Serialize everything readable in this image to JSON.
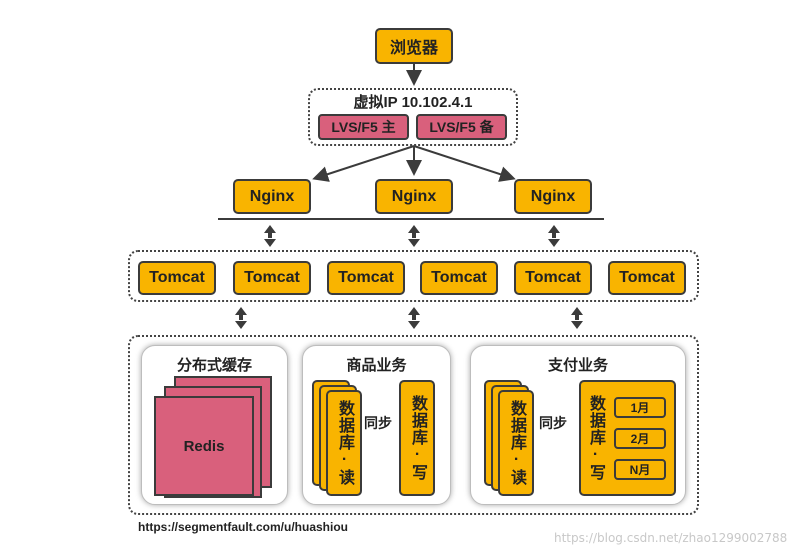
{
  "browser": {
    "label": "浏览器"
  },
  "virtual_ip": {
    "label": "虚拟IP 10.102.4.1",
    "lvs_master": "LVS/F5 主",
    "lvs_backup": "LVS/F5 备"
  },
  "nginx": [
    "Nginx",
    "Nginx",
    "Nginx"
  ],
  "tomcat": [
    "Tomcat",
    "Tomcat",
    "Tomcat",
    "Tomcat",
    "Tomcat",
    "Tomcat"
  ],
  "cache": {
    "title": "分布式缓存",
    "redis": "Redis"
  },
  "goods": {
    "title": "商品业务",
    "db_read": "数据库·读",
    "sync": "同步",
    "db_write": "数据库·写"
  },
  "payment": {
    "title": "支付业务",
    "db_read": "数据库·读",
    "sync": "同步",
    "db_write": "数据库·写",
    "months": [
      "1月",
      "2月",
      "N月"
    ]
  },
  "footer": {
    "url": "https://segmentfault.com/u/huashiou",
    "watermark": "https://blog.csdn.net/zhao1299002788"
  },
  "colors": {
    "yellow": "#f9b400",
    "pink": "#d9607c",
    "border": "#3b3b3b"
  }
}
